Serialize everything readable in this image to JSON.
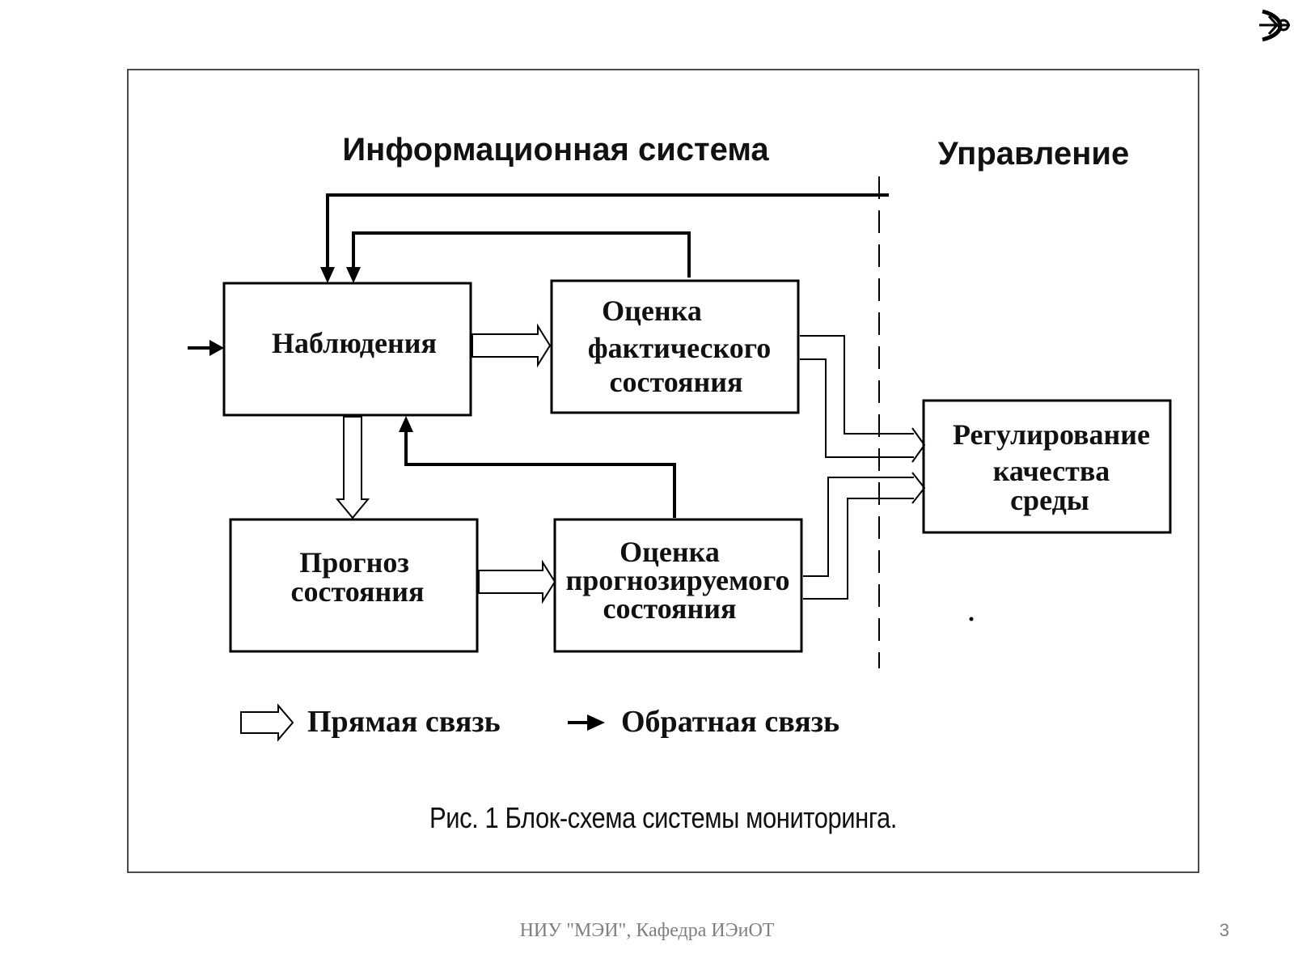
{
  "diagram": {
    "section_info": "Информационная система",
    "section_control": "Управление",
    "blocks": {
      "observations": [
        "Наблюдения"
      ],
      "actual_state": [
        "Оценка",
        "фактического",
        "состояния"
      ],
      "forecast": [
        "Прогноз",
        "состояния"
      ],
      "forecast_state": [
        "Оценка",
        "прогнозируемого",
        "состояния"
      ],
      "regulation": [
        "Регулирование",
        "качества",
        "среды"
      ]
    },
    "legend": {
      "direct": "Прямая связь",
      "feedback": "Обратная связь"
    },
    "caption": "Рис. 1 Блок-схема системы мониторинга."
  },
  "footer": {
    "organization": "НИУ \"МЭИ\", Кафедра ИЭиОТ",
    "page_number": "3"
  },
  "icons": {
    "logo": "institute-logo-icon"
  }
}
